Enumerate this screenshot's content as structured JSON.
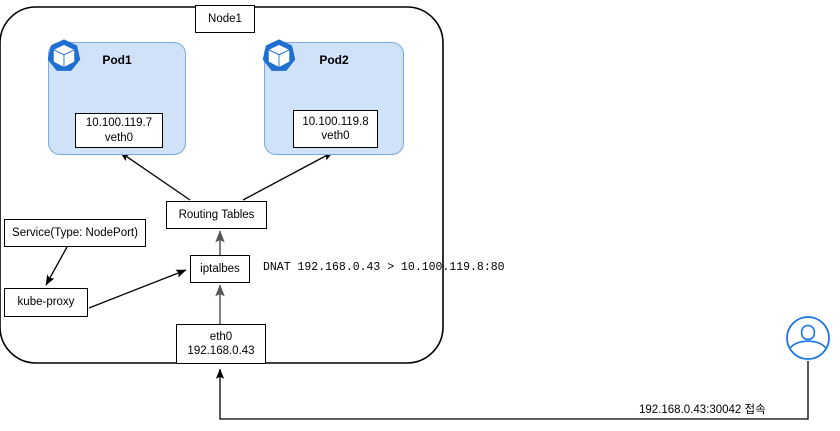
{
  "diagram": {
    "node": {
      "label": "Node1"
    },
    "pods": [
      {
        "title": "Pod1",
        "icon": "kubernetes-icon",
        "veth": {
          "ip": "10.100.119.7",
          "iface": "veth0"
        }
      },
      {
        "title": "Pod2",
        "icon": "kubernetes-icon",
        "veth": {
          "ip": "10.100.119.8",
          "iface": "veth0"
        }
      }
    ],
    "routing_tables": {
      "label": "Routing Tables"
    },
    "service": {
      "label": "Service(Type: NodePort)"
    },
    "kube_proxy": {
      "label": "kube-proxy"
    },
    "iptables": {
      "label": "iptalbes"
    },
    "eth0": {
      "name": "eth0",
      "ip": "192.168.0.43"
    },
    "dnat_note": "DNAT 192.168.0.43 > 10.100.119.8:80",
    "client": {
      "icon": "user-icon",
      "caption": "192.168.0.43:30042 접속"
    },
    "colors": {
      "pod_fill": "#cfe2f7",
      "pod_stroke": "#7aa9dd",
      "k8s_blue": "#1f6fd0",
      "user_blue": "#1a73e8",
      "line": "#000000",
      "gray_line": "#666666"
    }
  }
}
